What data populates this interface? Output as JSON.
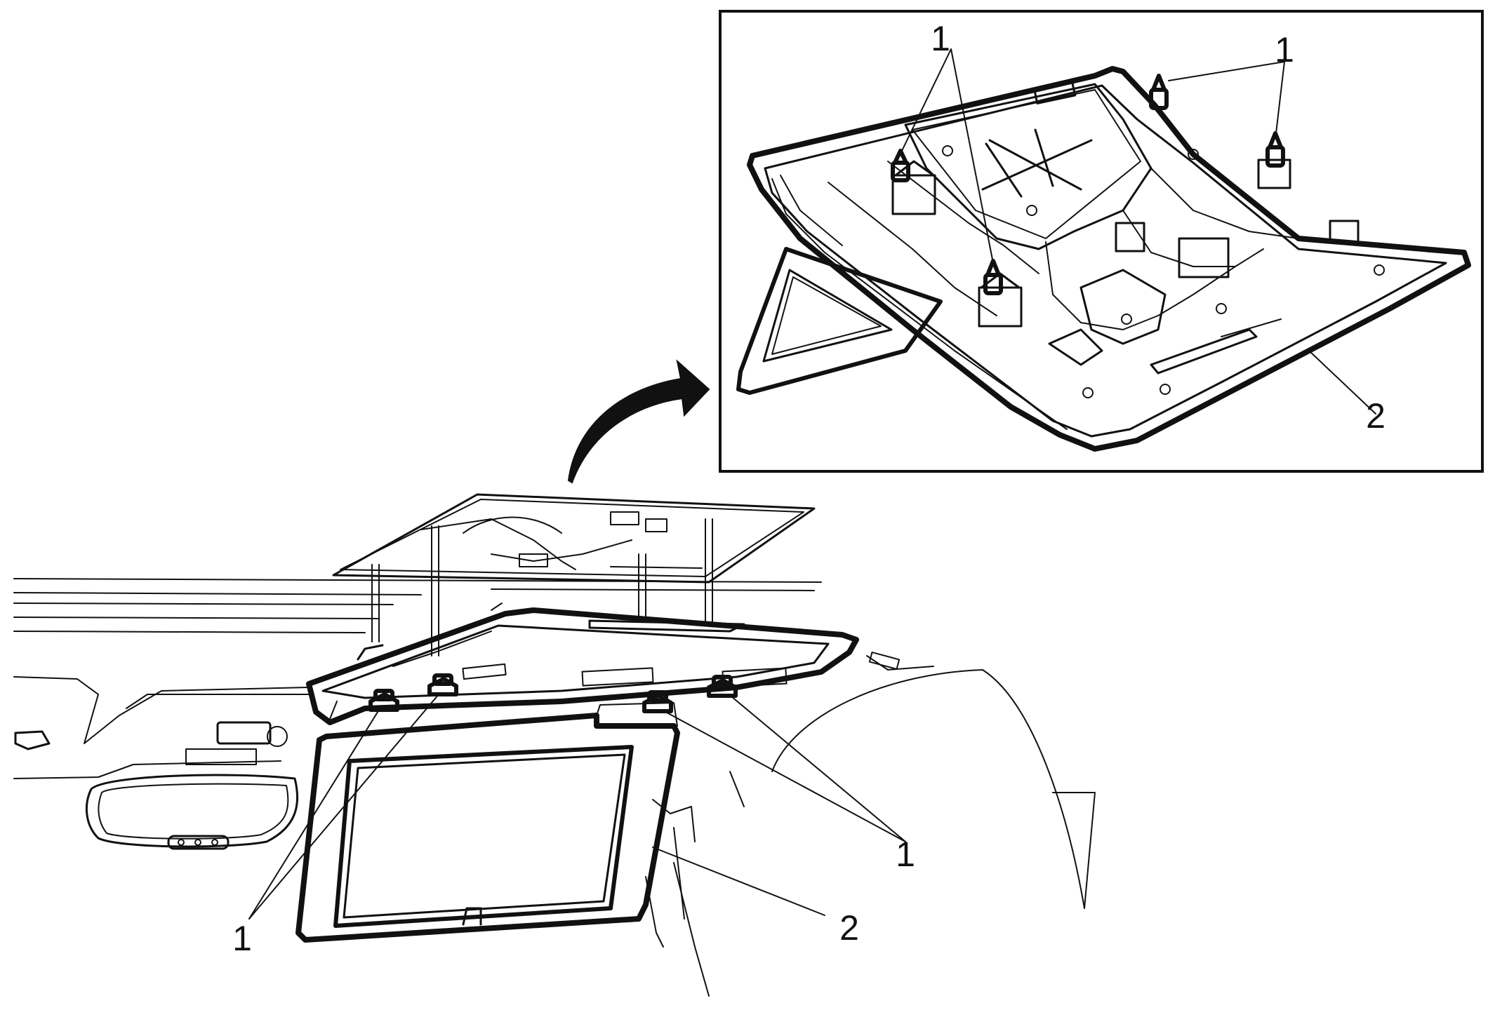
{
  "figure": {
    "callouts": [
      {
        "id": "inset-clip-left",
        "label": "1"
      },
      {
        "id": "inset-clip-right",
        "label": "1"
      },
      {
        "id": "inset-display-assembly",
        "label": "2"
      },
      {
        "id": "main-clip-left",
        "label": "1"
      },
      {
        "id": "main-clip-right",
        "label": "1"
      },
      {
        "id": "main-display-assembly",
        "label": "2"
      }
    ],
    "colors": {
      "line": "#111111",
      "background": "#ffffff"
    }
  }
}
